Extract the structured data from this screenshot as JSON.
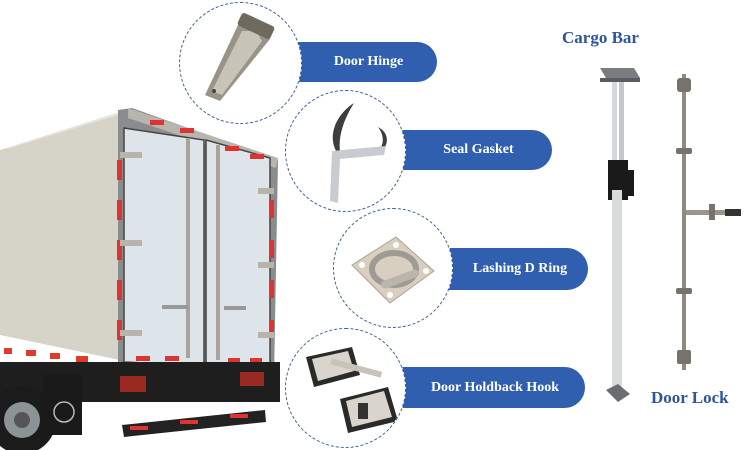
{
  "labels": {
    "door_hinge": "Door Hinge",
    "seal_gasket": "Seal Gasket",
    "lashing_d_ring": "Lashing D Ring",
    "door_holdback_hook": "Door Holdback Hook",
    "cargo_bar": "Cargo Bar",
    "door_lock": "Door Lock"
  },
  "colors": {
    "pill_blue": "#2f5fae",
    "title_blue": "#2d5597",
    "circle_border": "#3a5f95"
  }
}
